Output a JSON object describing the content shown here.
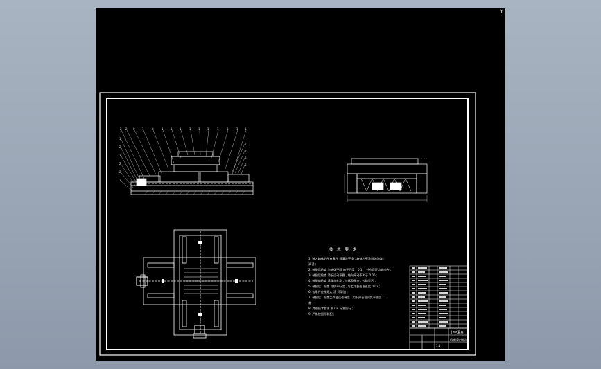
{
  "viewport": {
    "corner_label": "Y",
    "background": "#000000",
    "app_background": "#9aa5b5"
  },
  "drawing": {
    "tech_requirements": {
      "title": "技 术 要 求",
      "lines": [
        "1. 装入箱体的所有零件  须清洗干净 , 箱体内壁涂耐油油漆 ;",
        "调试 ;",
        "2. 装配后检查  与箱体平面 的平行度 ( 0.1) , 并应保证齿轮啮合 ;",
        "3. 装配后检查  滑板运动平稳  , 轴向窜动不大于 0.05 ;",
        "4. 装配前检查  滚珠丝杠副 , 与螺母配合   , 传动灵活 ;",
        "5. 装配后 , 检查  导轨平行度  , 与工作台面垂直度 0.02 ;",
        "6. 各零件应按规定 涂 润滑油 ;",
        "7. 装配后 , 检查工作台运动精度  , 用千分表检测其平面度 ;",
        "差 ;",
        "8. 其他技术要求 按 GB 标准执行 ;",
        "9. 严格按图纸装配 ;"
      ]
    },
    "title_block": {
      "drawing_name": "十字滑台",
      "school": "机械设计制造",
      "scale": "1:1"
    },
    "colors": {
      "line_white": "#ffffff",
      "line_gray": "#c8c8c8",
      "hatch": "#bbbbbb",
      "dim": "#d0d0d0"
    }
  }
}
